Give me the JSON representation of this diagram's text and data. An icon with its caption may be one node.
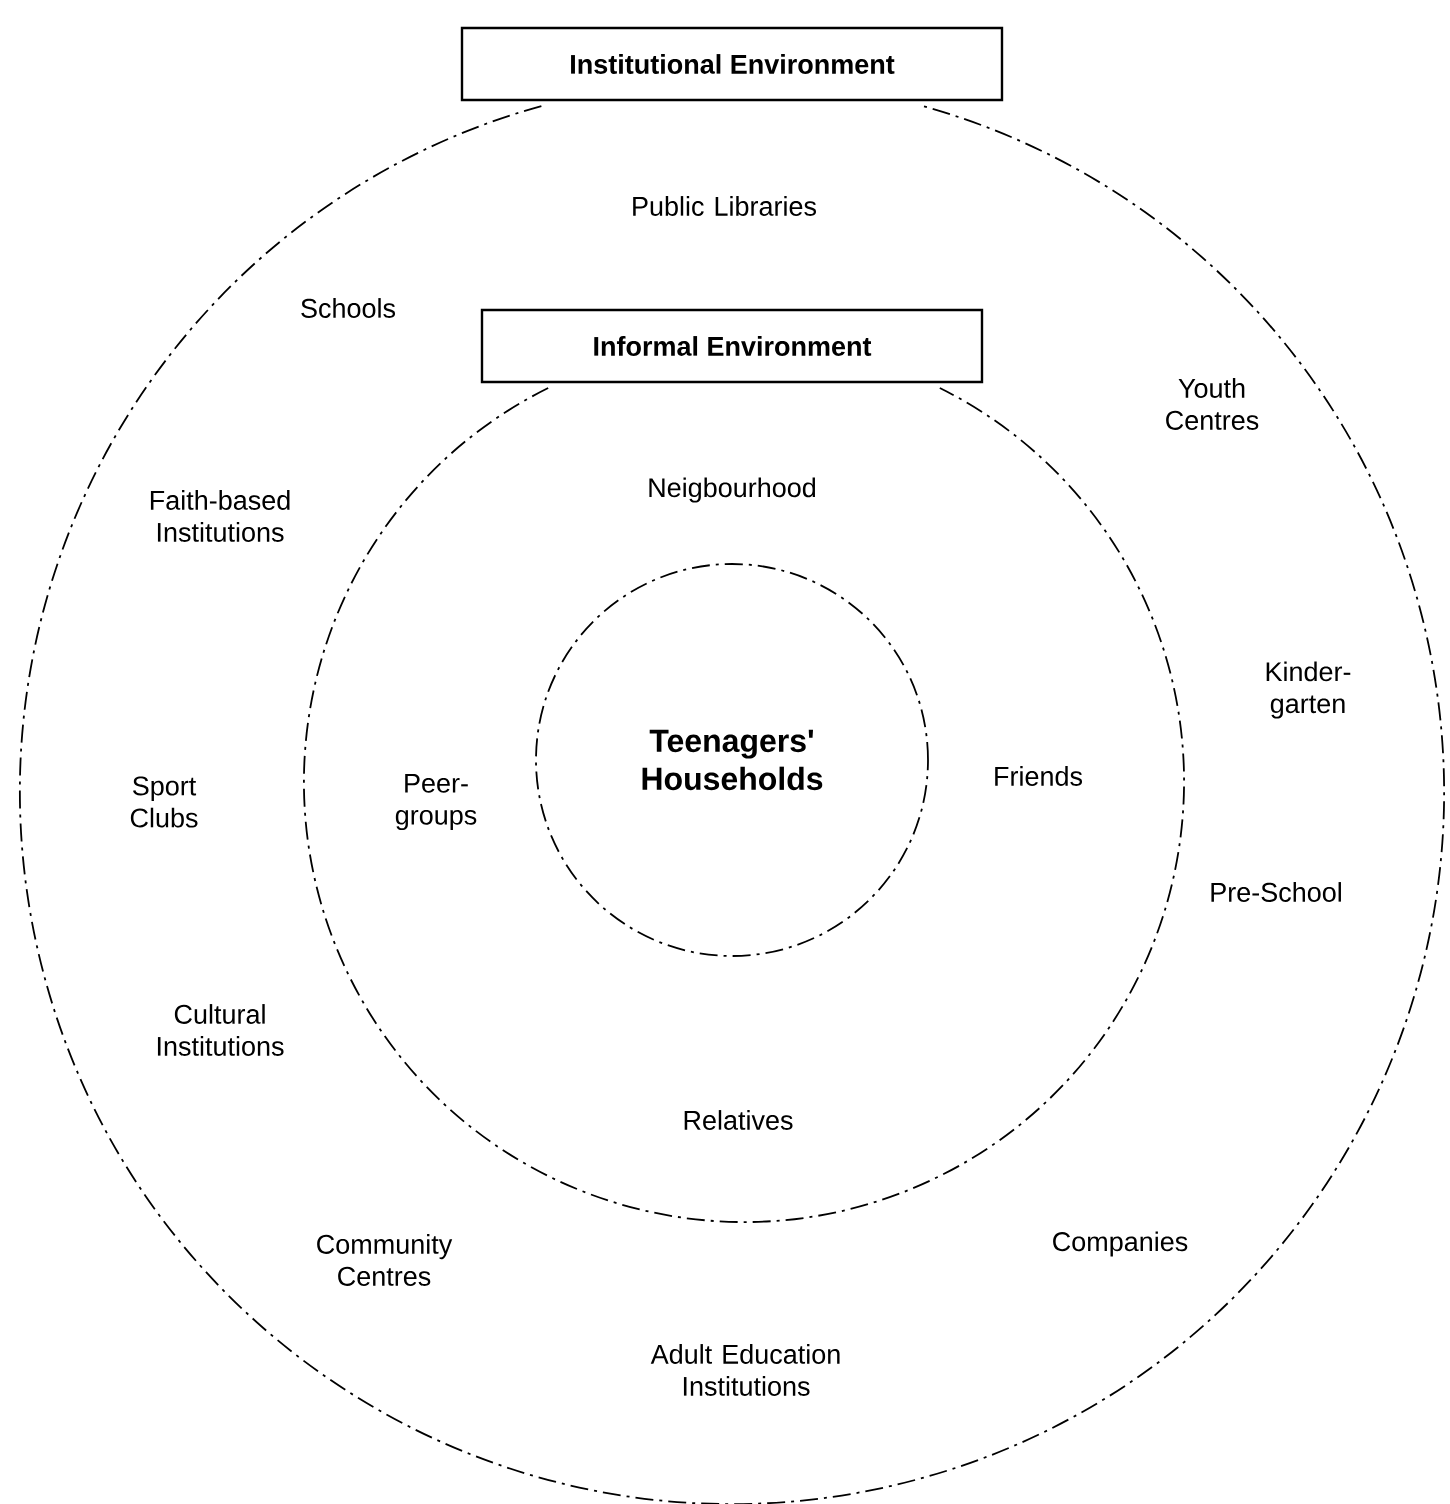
{
  "diagram": {
    "nodes": [
      {
        "text": [
          "Institutional Environment",
          "Public Libraries",
          "Schools",
          "Youth Centres",
          "Faith-based Institutions",
          "Kinder-garten",
          "Sport Clubs",
          "Pre-School",
          "Cultural Institutions",
          "Companies",
          "Community Centres",
          "Adult Education Institutions"
        ]
      },
      {
        "text": [
          "Informal Environment",
          "Neigbourhood",
          "Peer-groups",
          "Friends",
          "Relatives"
        ],
        "in": 0
      },
      {
        "text": [
          "Teenagers' Households"
        ],
        "in": 1
      }
    ]
  }
}
